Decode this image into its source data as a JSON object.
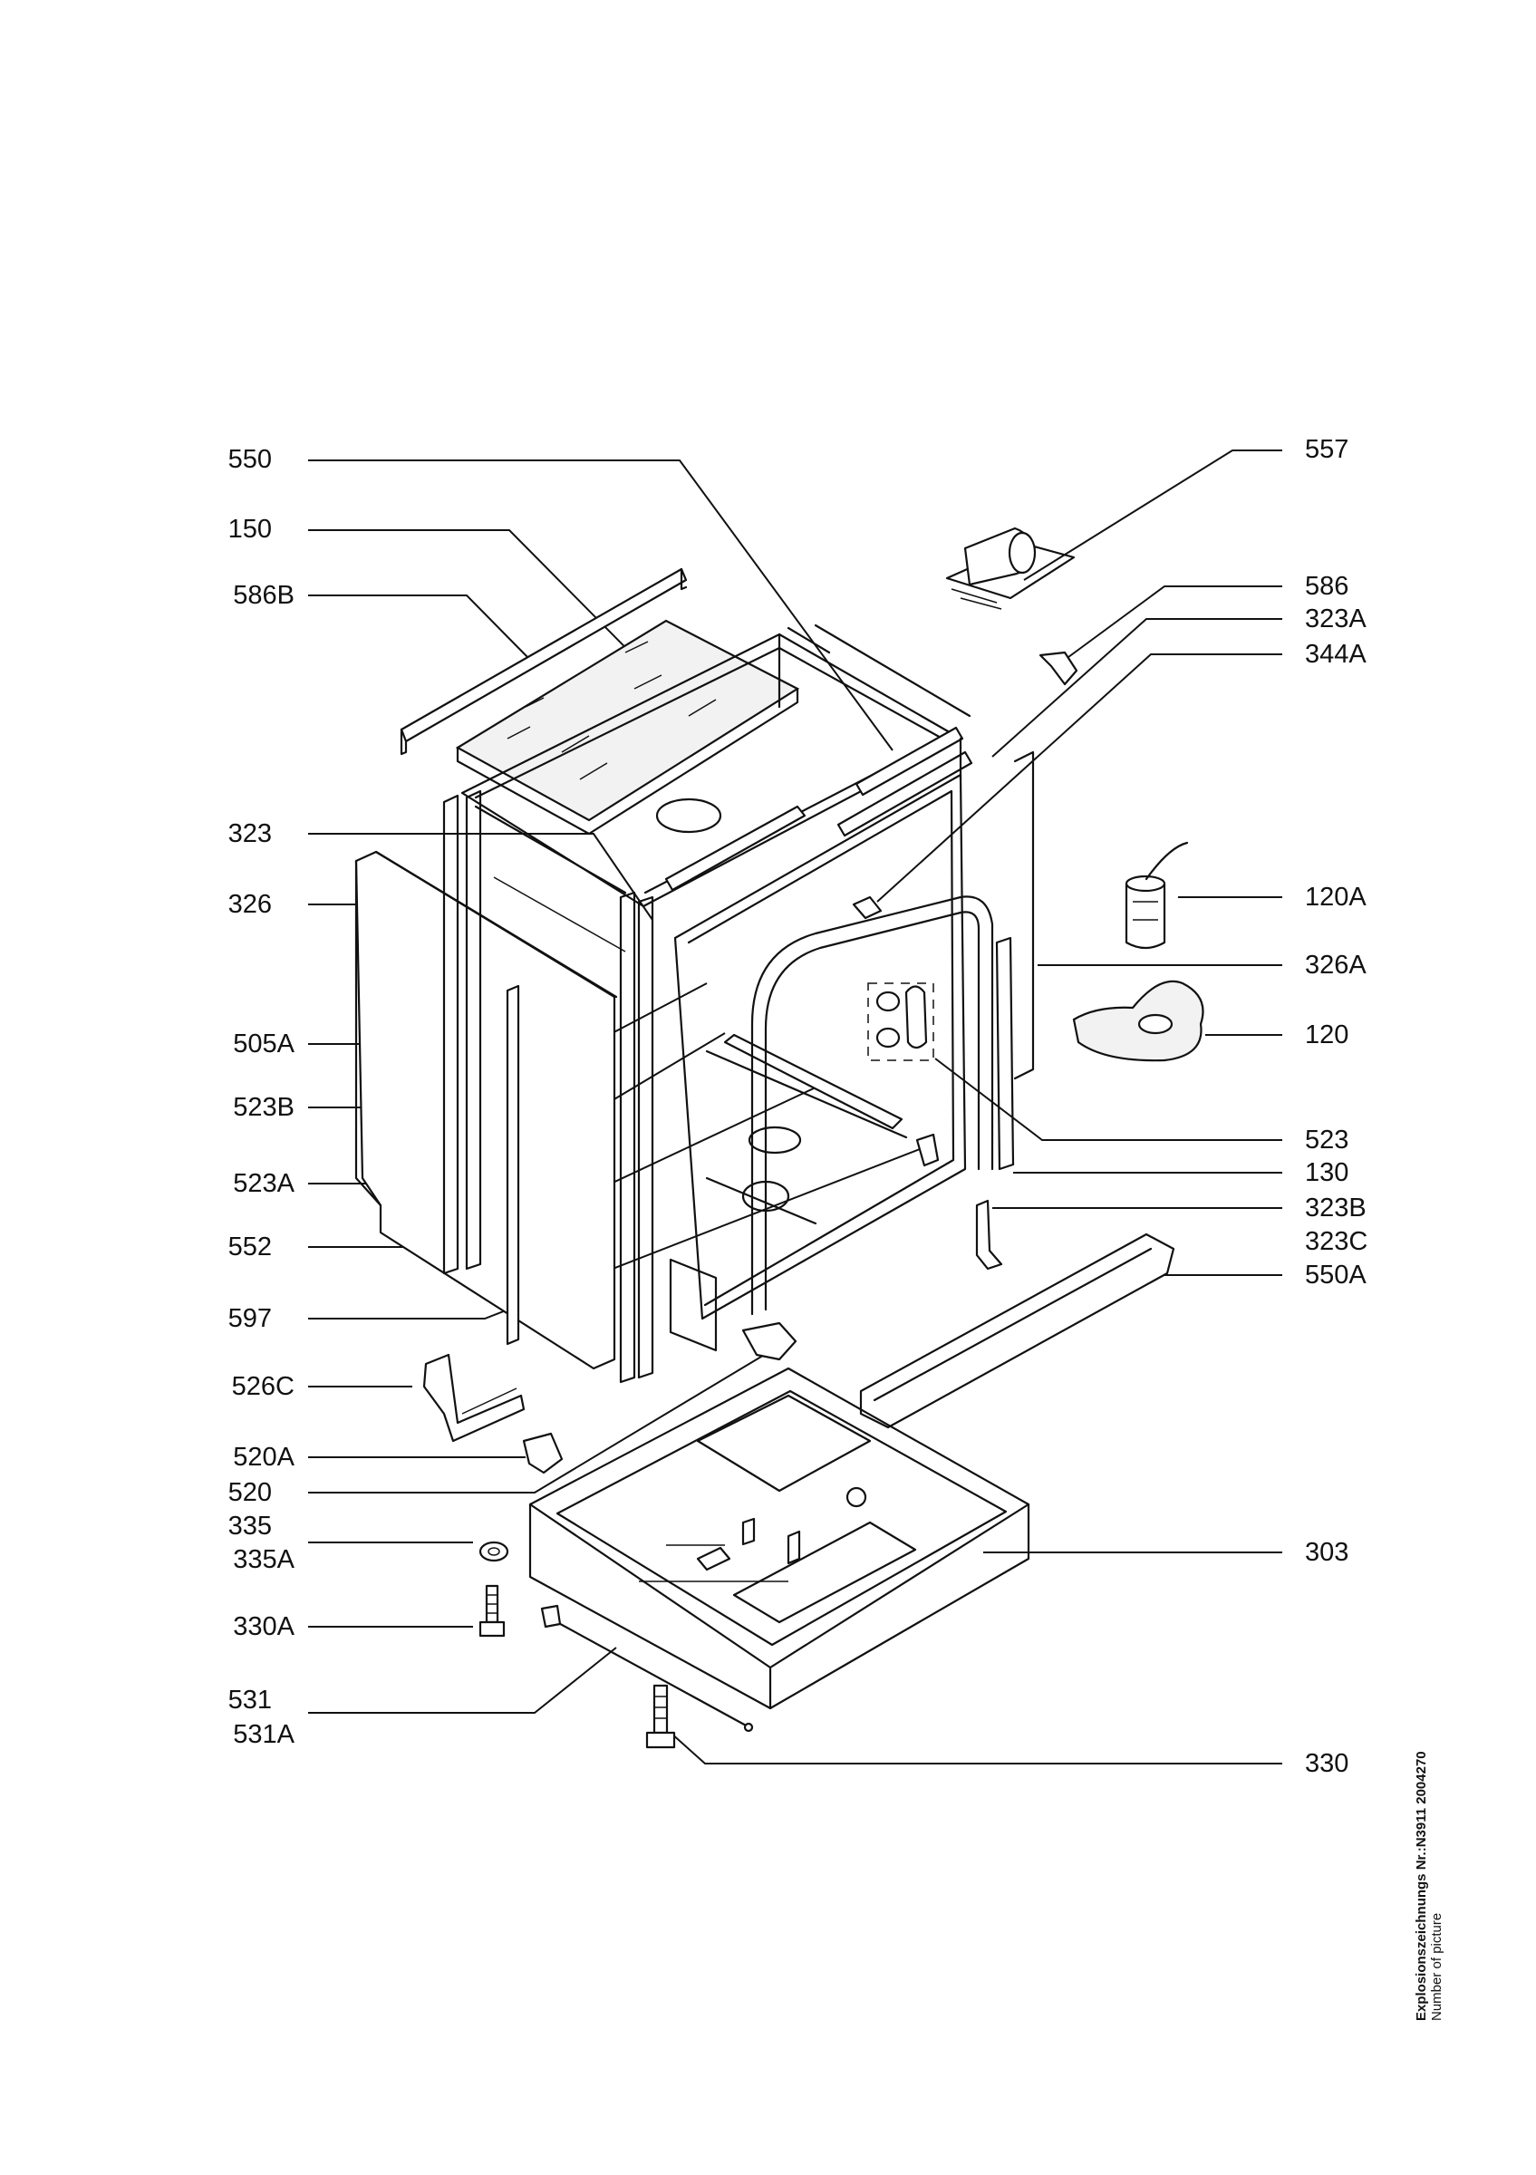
{
  "labels_left": [
    {
      "id": "l550",
      "text": "550"
    },
    {
      "id": "l150",
      "text": "150"
    },
    {
      "id": "l586B",
      "text": "586B"
    },
    {
      "id": "l323",
      "text": "323"
    },
    {
      "id": "l326",
      "text": "326"
    },
    {
      "id": "l505A",
      "text": "505A"
    },
    {
      "id": "l523B",
      "text": "523B"
    },
    {
      "id": "l523A",
      "text": "523A"
    },
    {
      "id": "l552",
      "text": "552"
    },
    {
      "id": "l597",
      "text": "597"
    },
    {
      "id": "l526C",
      "text": "526C"
    },
    {
      "id": "l520A",
      "text": "520A"
    },
    {
      "id": "l520",
      "text": "520"
    },
    {
      "id": "l335",
      "text": "335"
    },
    {
      "id": "l335A",
      "text": "335A"
    },
    {
      "id": "l330A",
      "text": "330A"
    },
    {
      "id": "l531",
      "text": "531"
    },
    {
      "id": "l531A",
      "text": "531A"
    }
  ],
  "labels_right": [
    {
      "id": "r557",
      "text": "557"
    },
    {
      "id": "r586",
      "text": "586"
    },
    {
      "id": "r323A",
      "text": "323A"
    },
    {
      "id": "r344A",
      "text": "344A"
    },
    {
      "id": "r120A",
      "text": "120A"
    },
    {
      "id": "r326A",
      "text": "326A"
    },
    {
      "id": "r120",
      "text": "120"
    },
    {
      "id": "r523",
      "text": "523"
    },
    {
      "id": "r130",
      "text": "130"
    },
    {
      "id": "r323B",
      "text": "323B"
    },
    {
      "id": "r323C",
      "text": "323C"
    },
    {
      "id": "r550A",
      "text": "550A"
    },
    {
      "id": "r303",
      "text": "303"
    },
    {
      "id": "r330",
      "text": "330"
    }
  ],
  "side_note": {
    "line1": "Explosionszeichnungs Nr.:N3911 2004270",
    "line2": "Number of picture"
  }
}
